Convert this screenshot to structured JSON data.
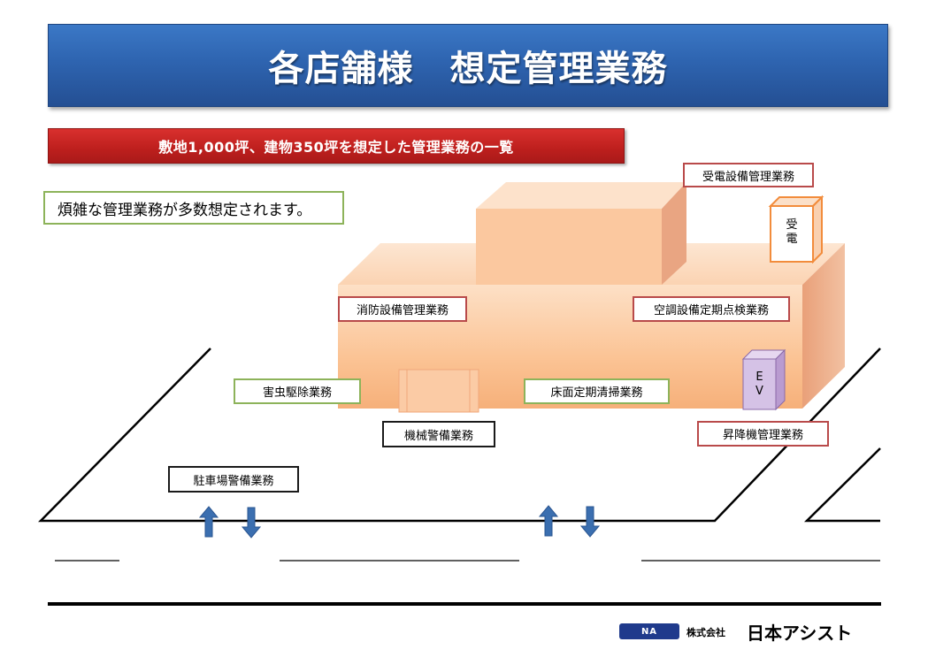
{
  "title": "各店舗様　想定管理業務",
  "subtitle": "敷地1,000坪、建物350坪を想定した管理業務の一覧",
  "note": "煩雑な管理業務が多数想定されます。",
  "labels": {
    "power_receiving_mgmt": "受電設備管理業務",
    "fire_protection": "消防設備管理業務",
    "hvac_inspection": "空調設備定期点検業務",
    "pest_control": "害虫駆除業務",
    "floor_cleaning": "床面定期清掃業務",
    "mechanical_security": "機械警備業務",
    "elevator_mgmt": "昇降機管理業務",
    "parking_security": "駐車場警備業務"
  },
  "equipment": {
    "power_receiving": "受\n電",
    "elevator": "E\nV"
  },
  "footer": {
    "logo": "NA",
    "company_prefix": "株式会社",
    "company_name": "日本アシスト"
  },
  "colors": {
    "title_blue": "#2e64b0",
    "subtitle_red": "#bd1f1d",
    "building_orange": "#fcc49a",
    "arrow_blue": "#3b6fb0",
    "red_border": "#b94a4a",
    "green_border": "#8db35a",
    "elevator_purple": "#cdb4e0"
  }
}
